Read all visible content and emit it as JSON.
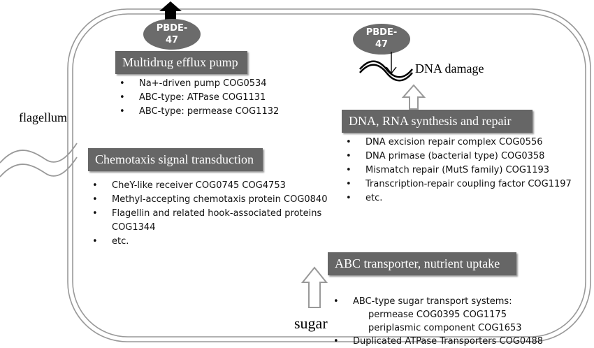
{
  "cell_labels": {
    "flagellum": "flagellum",
    "sugar": "sugar",
    "dna_damage": "DNA damage"
  },
  "pbde_top": {
    "line1": "PBDE-",
    "line2": "47"
  },
  "pbde_right": {
    "line1": "PBDE-",
    "line2": "47"
  },
  "efflux": {
    "title": "Multidrug efflux pump",
    "items": [
      "Na+-driven pump COG0534",
      "ABC-type: ATPase COG1131",
      "ABC-type: permease COG1132"
    ]
  },
  "dna": {
    "title": "DNA, RNA synthesis and repair",
    "items": [
      "DNA excision repair complex COG0556",
      "DNA primase (bacterial type) COG0358",
      "Mismatch repair (MutS family) COG1193",
      "Transcription-repair coupling factor COG1197",
      "etc."
    ]
  },
  "chemotaxis": {
    "title": "Chemotaxis signal transduction",
    "items": [
      "CheY-like receiver COG0745 COG4753",
      "Methyl-accepting chemotaxis protein COG0840",
      "Flagellin and related hook-associated proteins",
      "COG1344",
      "etc."
    ]
  },
  "abc": {
    "title": "ABC transporter, nutrient uptake",
    "item1": "ABC-type sugar transport systems:",
    "item1_sub1": "permease COG0395 COG1175",
    "item1_sub2": "periplasmic component COG1653",
    "item2": "Duplicated ATPase Transporters COG0488"
  },
  "colors": {
    "box_fill": "#666666",
    "ellipse_fill": "#6b6b6b",
    "membrane": "#999999"
  }
}
